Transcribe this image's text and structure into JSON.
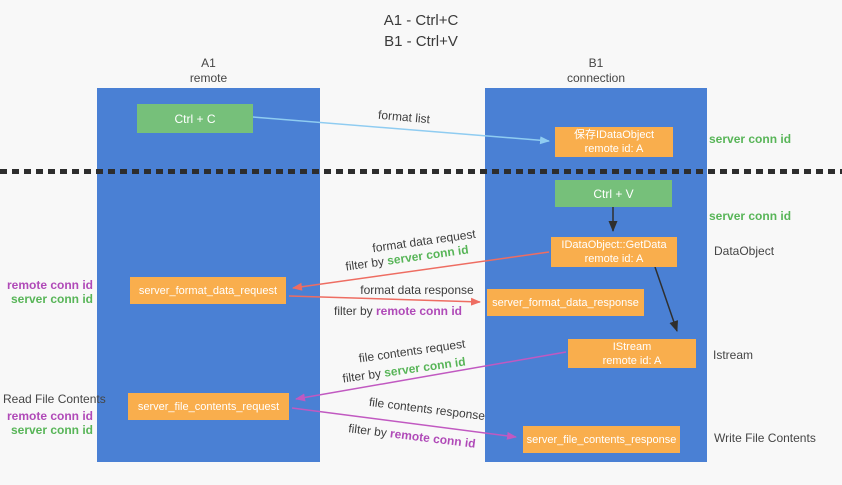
{
  "title": {
    "line1": "A1 - Ctrl+C",
    "line2": "B1 - Ctrl+V"
  },
  "lanes": {
    "left": {
      "name": "A1",
      "role": "remote"
    },
    "right": {
      "name": "B1",
      "role": "connection"
    }
  },
  "nodes": {
    "ctrl_c": {
      "label": "Ctrl + C"
    },
    "save_dataobject": {
      "line1": "保存IDataObject",
      "line2": "remote id: A"
    },
    "ctrl_v": {
      "label": "Ctrl + V"
    },
    "getdata": {
      "line1": "IDataObject::GetData",
      "line2": "remote id: A"
    },
    "format_request": {
      "label": "server_format_data_request"
    },
    "format_response": {
      "label": "server_format_data_response"
    },
    "istream": {
      "line1": "IStream",
      "line2": "remote id: A"
    },
    "file_request": {
      "label": "server_file_contents_request"
    },
    "file_response": {
      "label": "server_file_contents_response"
    }
  },
  "right_labels": {
    "server_conn_id_top": "server conn id",
    "server_conn_id_mid": "server conn id",
    "dataobject": "DataObject",
    "istream": "Istream",
    "write_file": "Write File Contents"
  },
  "left_labels": {
    "remote_conn_id_1": "remote conn id",
    "server_conn_id_1": "server conn id",
    "read_file": "Read File Contents",
    "remote_conn_id_2": "remote conn id",
    "server_conn_id_2": "server conn id"
  },
  "arrows": {
    "format_list": {
      "label": "format list"
    },
    "format_request": {
      "line1": "format data request",
      "filter_prefix": "filter by ",
      "filter_key": "server conn id"
    },
    "format_response": {
      "line1": "format data response",
      "filter_prefix": "filter by ",
      "filter_key": "remote conn id"
    },
    "file_request": {
      "line1": "file contents request",
      "filter_prefix": "filter by ",
      "filter_key": "server conn id"
    },
    "file_response": {
      "line1": "file contents response",
      "filter_prefix": "filter by ",
      "filter_key": "remote conn id"
    }
  },
  "colors": {
    "column_blue": "#4a80d4",
    "box_orange": "#f9ae4d",
    "box_green": "#76c07a",
    "arrow_lightblue": "#8fccf1",
    "arrow_red": "#ee6d62",
    "arrow_magenta": "#c159c1",
    "arrow_black": "#2f2f2f",
    "text_green": "#58b558",
    "text_purple": "#b04ab8",
    "text_dark": "#3d3d3d",
    "bg": "#f8f8f8"
  }
}
